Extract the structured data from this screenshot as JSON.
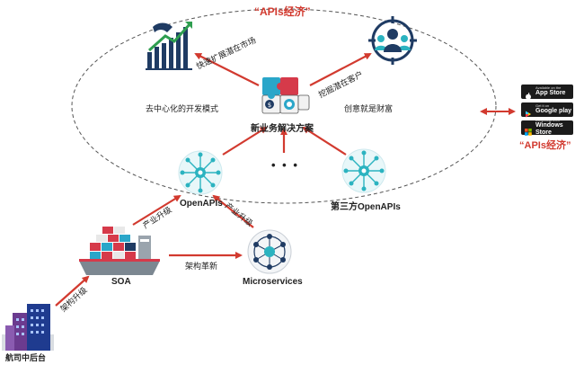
{
  "title": "“APIs经济”",
  "labels": {
    "center_node": "新业务解决方案",
    "decentral": "去中心化的开发模式",
    "innovation": "创意就是财富",
    "openapis": "OpenAPIs",
    "third_party": "第三方OpenAPIs",
    "soa": "SOA",
    "microservices": "Microservices",
    "backend": "航司中后台",
    "ellipsis": "• • •"
  },
  "arrows": {
    "expand_market": "快速扩展潜在市场",
    "mine_customers": "挖掘潜在客户",
    "upgrade_left": "产业升级",
    "upgrade_right": "产业升级",
    "architecture": "架构革新",
    "arch_upgrade": "架构升级"
  },
  "stores": {
    "apple_small": "Available on the",
    "apple_big": "App Store",
    "google_small": "Get it on",
    "google_big": "Google play",
    "windows_small": "Download from",
    "windows_big": "Windows Store",
    "side_title": "“APIs经济”"
  },
  "colors": {
    "accent_red": "#d23a2f",
    "teal": "#2bb3c0",
    "navy": "#1f3b63"
  }
}
